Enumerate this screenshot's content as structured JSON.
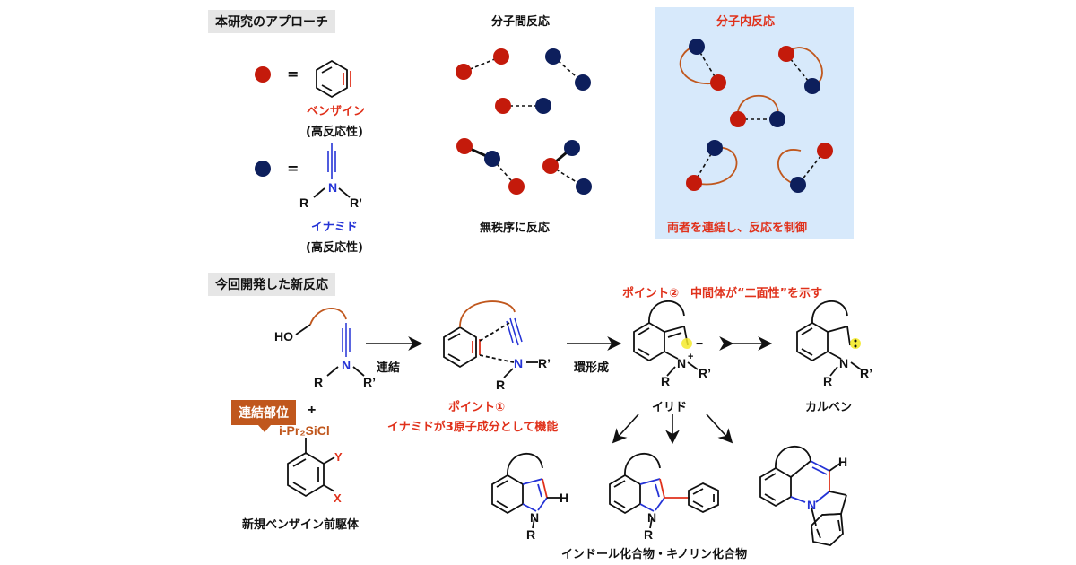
{
  "sections": {
    "approach_tag": "本研究のアプローチ",
    "new_reaction_tag": "今回開発した新反応"
  },
  "legend": {
    "equals": "=",
    "benzyne_label": "ベンザイン",
    "benzyne_note": "(高反応性)",
    "ynamide_label": "イナミド",
    "ynamide_note": "(高反応性)",
    "ynamide_n": "N",
    "ynamide_r": "R",
    "ynamide_r2": "R’"
  },
  "panels": {
    "inter_title": "分子間反応",
    "inter_caption": "無秩序に反応",
    "intra_title": "分子内反応",
    "intra_caption": "両者を連結し、反応を制御"
  },
  "reaction": {
    "ho": "HO",
    "n": "N",
    "r": "R",
    "r2": "R’",
    "plus": "+",
    "link_site_note": "連結部位",
    "silyl": "i-Pr₂SiCl",
    "y": "Y",
    "x": "X",
    "precursor_label": "新規ベンザイン前駆体",
    "arrow1_label": "連結",
    "arrow2_label": "環形成",
    "point1_title": "ポイント①",
    "point1_text": "イナミドが3原子成分として機能",
    "point2_text": "ポイント②　中間体が“二面性”を示す",
    "n_plus": "N",
    "plus_sign": "+",
    "minus_sign": "−",
    "ylide_label": "イリド",
    "carbene_label": "カルベン",
    "h": "H",
    "products_label": "インドール化合物・キノリン化合物"
  },
  "colors": {
    "red_dot": "#c41a0b",
    "navy_dot": "#0d1f5c",
    "linker": "#c0571d",
    "nitrogen_blue": "#2433d6",
    "highlight_yellow": "#f4ea2a",
    "panel_bg": "#d7e9fb"
  }
}
